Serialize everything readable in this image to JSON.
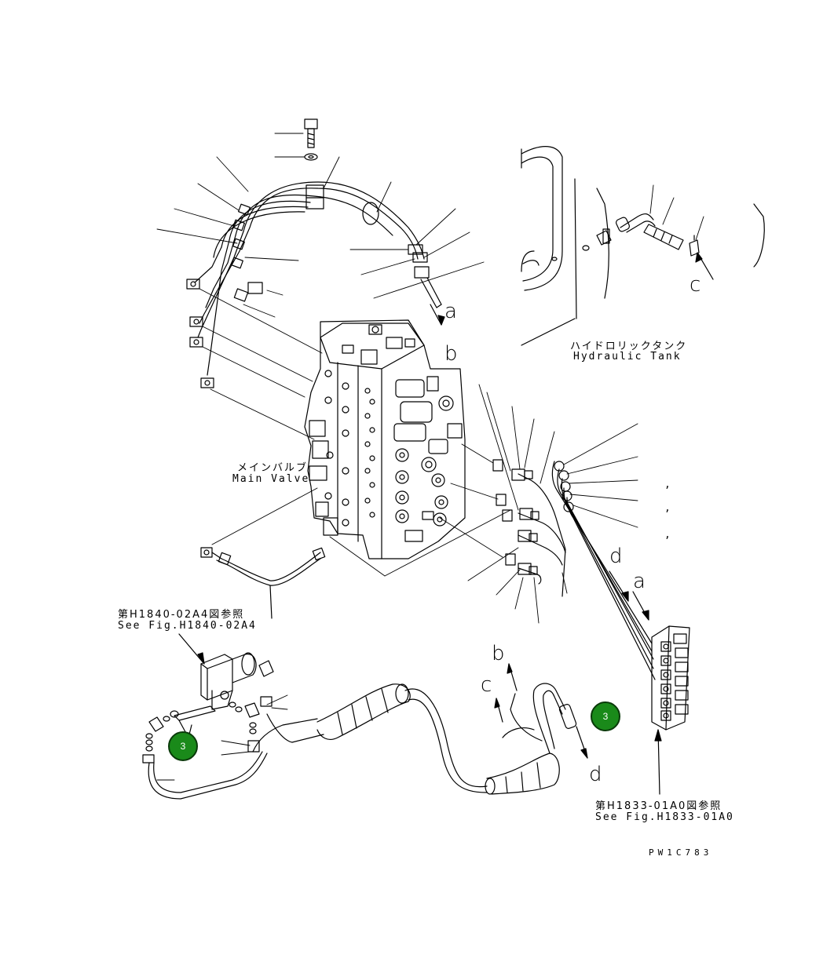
{
  "labels": {
    "hydraulic_tank_jp": "ハイドロリックタンク",
    "hydraulic_tank_en": "Hydraulic Tank",
    "main_valve_jp": "メインバルブ",
    "main_valve_en": "Main Valve",
    "ref1_jp": "第H1840-02A4図参照",
    "ref1_en": "See Fig.H1840-02A4",
    "ref2_jp": "第H1833-01A0図参照",
    "ref2_en": "See Fig.H1833-01A0",
    "drawing_code": "PW1C783"
  },
  "connection_letters": {
    "a_top": "a",
    "b_top": "b",
    "c_top": "c",
    "d_right": "d",
    "a_right": "a",
    "b_bottom": "b",
    "c_bottom": "c",
    "d_bottom": "d"
  },
  "commas": [
    ",",
    ",",
    ","
  ],
  "callouts": [
    {
      "number": "3",
      "color": "#1a8a1a"
    },
    {
      "number": "3",
      "color": "#1a8a1a"
    }
  ]
}
